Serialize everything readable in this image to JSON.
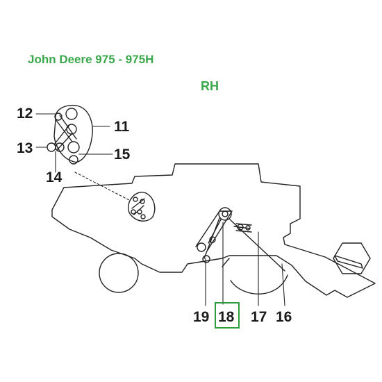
{
  "header": {
    "model": "John Deere 975 - 975H",
    "side": "RH"
  },
  "diagram": {
    "labels": {
      "n11": "11",
      "n12": "12",
      "n13": "13",
      "n14": "14",
      "n15": "15",
      "n16": "16",
      "n17": "17",
      "n18": "18",
      "n19": "19"
    },
    "highlighted_part": "18",
    "colors": {
      "title": "#3aa84a",
      "highlight_box": "#2e9b3f",
      "line": "#222222"
    }
  }
}
